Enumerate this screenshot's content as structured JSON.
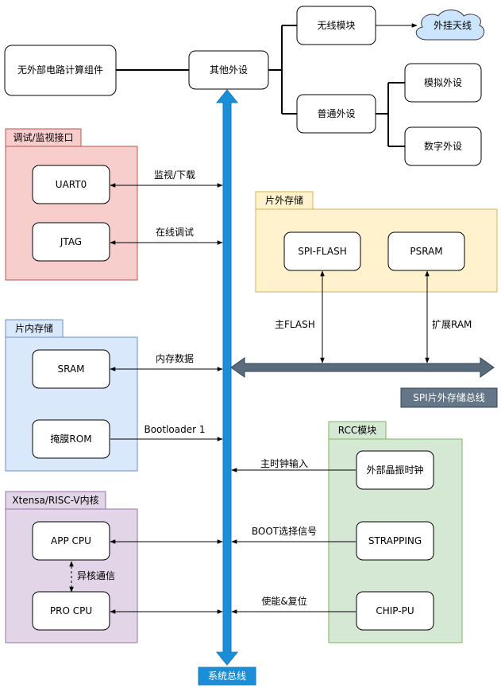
{
  "nodes": {
    "no_external_compute": "无外部电路计算组件",
    "other_peripherals": "其他外设",
    "wireless_module": "无线模块",
    "external_antenna": "外挂天线",
    "common_peripherals": "普通外设",
    "analog_peripherals": "模拟外设",
    "digital_peripherals": "数字外设",
    "uart0": "UART0",
    "jtag": "JTAG",
    "spi_flash": "SPI-FLASH",
    "psram": "PSRAM",
    "sram": "SRAM",
    "mask_rom": "掩膜ROM",
    "ext_crystal_clock": "外部晶振时钟",
    "strapping": "STRAPPING",
    "chip_pu": "CHIP-PU",
    "app_cpu": "APP CPU",
    "pro_cpu": "PRO CPU"
  },
  "groups": {
    "debug_interface": "调试/监视接口",
    "offchip_storage": "片外存储",
    "onchip_storage": "片内存储",
    "rcc_module": "RCC模块",
    "cpu_core": "Xtensa/RISC-V内核"
  },
  "edges": {
    "monitor_download": "监视/下载",
    "online_debug": "在线调试",
    "main_flash": "主FLASH",
    "extended_ram": "扩展RAM",
    "memory_data": "内存数据",
    "bootloader": "Bootloader 1",
    "main_clock_input": "主时钟输入",
    "boot_select": "BOOT选择信号",
    "enable_reset": "使能&复位",
    "inter_core_comm": "异核通信"
  },
  "buses": {
    "spi_bus": "SPI片外存储总线",
    "system_bus": "系统总线"
  },
  "colors": {
    "red_fill": "#f8cecc",
    "red_stroke": "#b85450",
    "yellow_fill": "#fff2cc",
    "yellow_stroke": "#d6b656",
    "blue_fill": "#dae8fc",
    "blue_stroke": "#6c8ebf",
    "green_fill": "#d5e8d4",
    "green_stroke": "#82b366",
    "purple_fill": "#e1d5e7",
    "purple_stroke": "#9673a6",
    "system_bus": "#1a8fd8",
    "spi_bus": "#5a6b7b"
  }
}
